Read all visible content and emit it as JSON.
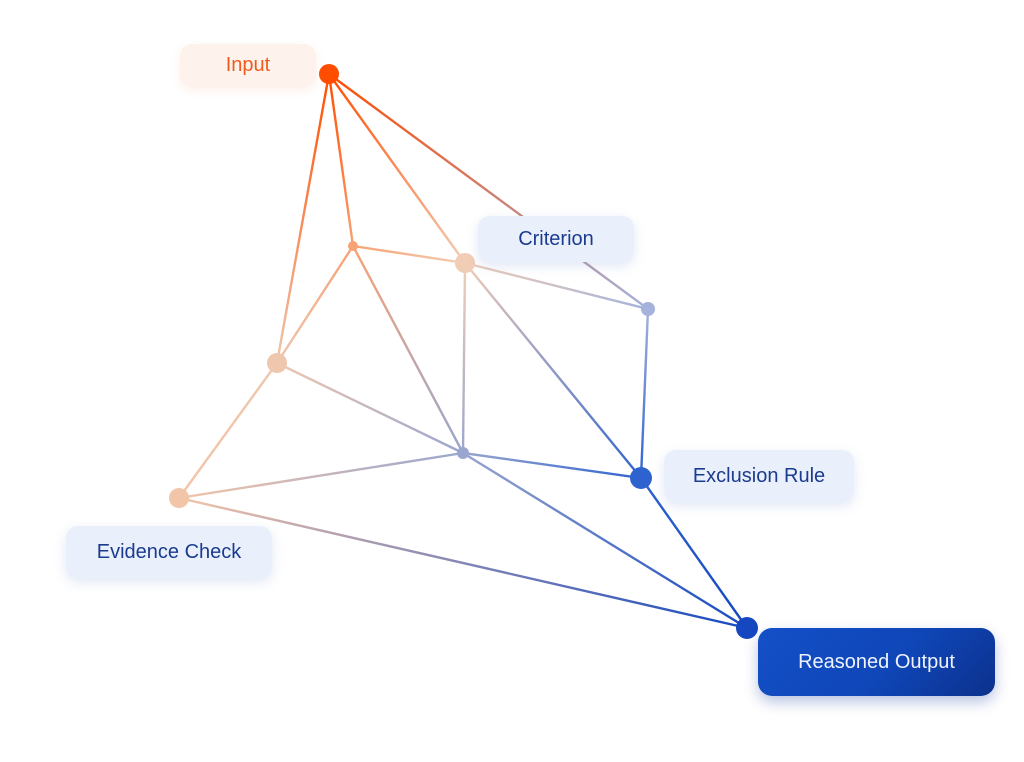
{
  "diagram": {
    "labels": {
      "input": "Input",
      "criterion": "Criterion",
      "exclusion_rule": "Exclusion Rule",
      "evidence_check": "Evidence Check",
      "reasoned_output": "Reasoned Output"
    },
    "colors": {
      "source": "#ff4d00",
      "source_light": "#f2c2a6",
      "mid": "#9aa8cf",
      "target": "#1a4fc4",
      "label_bg": "#eaf0fb",
      "label_text": "#1b3b8f",
      "input_label_bg": "#fdf3ec",
      "input_label_text": "#f05a1e"
    },
    "nodes": [
      {
        "id": "input",
        "role": "source"
      },
      {
        "id": "n_top",
        "role": "intermediate"
      },
      {
        "id": "n_crit_left",
        "role": "intermediate"
      },
      {
        "id": "n_left",
        "role": "intermediate"
      },
      {
        "id": "evidence",
        "role": "intermediate"
      },
      {
        "id": "n_center",
        "role": "intermediate"
      },
      {
        "id": "criterion",
        "role": "intermediate"
      },
      {
        "id": "exclusion",
        "role": "intermediate"
      },
      {
        "id": "output",
        "role": "target"
      }
    ],
    "edges": [
      [
        "input",
        "n_left"
      ],
      [
        "input",
        "n_top"
      ],
      [
        "input",
        "n_crit_left"
      ],
      [
        "input",
        "criterion"
      ],
      [
        "n_top",
        "n_left"
      ],
      [
        "n_top",
        "n_crit_left"
      ],
      [
        "n_top",
        "n_center"
      ],
      [
        "n_left",
        "evidence"
      ],
      [
        "n_left",
        "n_center"
      ],
      [
        "n_crit_left",
        "n_center"
      ],
      [
        "n_crit_left",
        "criterion"
      ],
      [
        "n_crit_left",
        "exclusion"
      ],
      [
        "evidence",
        "n_center"
      ],
      [
        "evidence",
        "output"
      ],
      [
        "n_center",
        "exclusion"
      ],
      [
        "n_center",
        "output"
      ],
      [
        "criterion",
        "exclusion"
      ],
      [
        "exclusion",
        "output"
      ]
    ]
  }
}
